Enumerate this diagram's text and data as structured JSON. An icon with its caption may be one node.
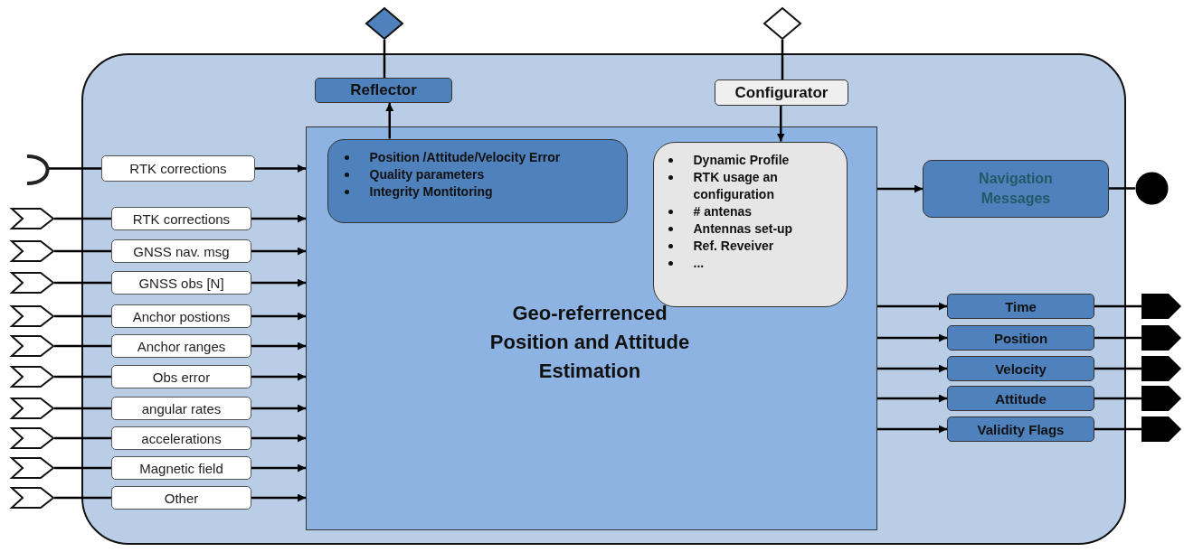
{
  "diagram": {
    "nodes": [
      {
        "text": [],
        "shape": "diamond"
      },
      {
        "text": [],
        "shape": "diamond"
      },
      {
        "text": [],
        "shape": "box"
      },
      {
        "text": [
          "Reflector"
        ],
        "in": 2
      },
      {
        "text": [
          "Configurator"
        ],
        "in": 2
      },
      {
        "text": [
          "Geo-referrenced Position and Attitude Estimation"
        ],
        "in": 2
      },
      {
        "text": [
          "Position /Attitude/Velocity Error",
          "Quality parameters",
          "Integrity Montitoring"
        ],
        "in": 5
      },
      {
        "text": [
          "Dynamic Profile",
          "RTK usage an configuration",
          "# antenas",
          "Antennas set-up",
          "Ref. Reveiver",
          "..."
        ],
        "in": 5
      },
      {
        "text": [],
        "shape": "arc"
      },
      {
        "text": [
          "RTK corrections"
        ],
        "in": 2
      },
      {
        "text": [
          "Navigation Messages"
        ],
        "in": 2
      },
      {
        "text": [],
        "shape": "circle"
      },
      {
        "text": [
          "RTK corrections"
        ],
        "in": 2
      },
      {
        "text": [
          "GNSS nav. msg"
        ],
        "in": 2
      },
      {
        "text": [
          "GNSS obs [N]"
        ],
        "in": 2
      },
      {
        "text": [
          "Anchor postions"
        ],
        "in": 2
      },
      {
        "text": [
          "Anchor ranges"
        ],
        "in": 2
      },
      {
        "text": [
          "Obs error"
        ],
        "in": 2
      },
      {
        "text": [
          "angular rates"
        ],
        "in": 2
      },
      {
        "text": [
          "accelerations"
        ],
        "in": 2
      },
      {
        "text": [
          "Magnetic field"
        ],
        "in": 2
      },
      {
        "text": [
          "Other"
        ],
        "in": 2
      },
      {
        "text": [],
        "shape": "chevron"
      },
      {
        "text": [],
        "shape": "chevron"
      },
      {
        "text": [],
        "shape": "chevron"
      },
      {
        "text": [],
        "shape": "chevron"
      },
      {
        "text": [],
        "shape": "chevron"
      },
      {
        "text": [],
        "shape": "chevron"
      },
      {
        "text": [],
        "shape": "chevron"
      },
      {
        "text": [],
        "shape": "chevron"
      },
      {
        "text": [],
        "shape": "chevron"
      },
      {
        "text": [],
        "shape": "chevron"
      },
      {
        "text": [
          "Time"
        ],
        "in": 2
      },
      {
        "text": [
          "Position"
        ],
        "in": 2
      },
      {
        "text": [
          "Velocity"
        ],
        "in": 2
      },
      {
        "text": [
          "Attitude"
        ],
        "in": 2
      },
      {
        "text": [
          "Validity Flags"
        ],
        "in": 2
      },
      {
        "text": [],
        "shape": "pentagon"
      },
      {
        "text": [],
        "shape": "pentagon"
      },
      {
        "text": [],
        "shape": "pentagon"
      },
      {
        "text": [],
        "shape": "pentagon"
      },
      {
        "text": [],
        "shape": "pentagon"
      }
    ],
    "edges": [
      {
        "from": 6,
        "to": 3,
        "arrow": "to"
      },
      {
        "from": 0,
        "to": 3,
        "arrow": "none"
      },
      {
        "from": 1,
        "to": 4,
        "arrow": "none"
      },
      {
        "from": 4,
        "to": 7,
        "arrow": "to"
      },
      {
        "from": 8,
        "to": 9,
        "arrow": "none"
      },
      {
        "from": 9,
        "to": 5,
        "arrow": "to"
      },
      {
        "from": 22,
        "to": 12,
        "arrow": "none"
      },
      {
        "from": 23,
        "to": 13,
        "arrow": "none"
      },
      {
        "from": 24,
        "to": 14,
        "arrow": "none"
      },
      {
        "from": 25,
        "to": 15,
        "arrow": "none"
      },
      {
        "from": 26,
        "to": 16,
        "arrow": "none"
      },
      {
        "from": 27,
        "to": 17,
        "arrow": "none"
      },
      {
        "from": 28,
        "to": 18,
        "arrow": "none"
      },
      {
        "from": 29,
        "to": 19,
        "arrow": "none"
      },
      {
        "from": 30,
        "to": 20,
        "arrow": "none"
      },
      {
        "from": 31,
        "to": 21,
        "arrow": "none"
      },
      {
        "from": 12,
        "to": 5,
        "arrow": "to"
      },
      {
        "from": 13,
        "to": 5,
        "arrow": "to"
      },
      {
        "from": 14,
        "to": 5,
        "arrow": "to"
      },
      {
        "from": 15,
        "to": 5,
        "arrow": "to"
      },
      {
        "from": 16,
        "to": 5,
        "arrow": "to"
      },
      {
        "from": 17,
        "to": 5,
        "arrow": "to"
      },
      {
        "from": 18,
        "to": 5,
        "arrow": "to"
      },
      {
        "from": 19,
        "to": 5,
        "arrow": "to"
      },
      {
        "from": 20,
        "to": 5,
        "arrow": "to"
      },
      {
        "from": 21,
        "to": 5,
        "arrow": "to"
      },
      {
        "from": 5,
        "to": 10,
        "arrow": "to"
      },
      {
        "from": 10,
        "to": 11,
        "arrow": "none"
      },
      {
        "from": 5,
        "to": 32,
        "arrow": "to"
      },
      {
        "from": 5,
        "to": 33,
        "arrow": "to"
      },
      {
        "from": 5,
        "to": 34,
        "arrow": "to"
      },
      {
        "from": 5,
        "to": 35,
        "arrow": "to"
      },
      {
        "from": 5,
        "to": 36,
        "arrow": "to"
      },
      {
        "from": 32,
        "to": 37,
        "arrow": "none"
      },
      {
        "from": 33,
        "to": 38,
        "arrow": "none"
      },
      {
        "from": 34,
        "to": 39,
        "arrow": "none"
      },
      {
        "from": 35,
        "to": 40,
        "arrow": "none"
      },
      {
        "from": 36,
        "to": 41,
        "arrow": "none"
      }
    ]
  }
}
